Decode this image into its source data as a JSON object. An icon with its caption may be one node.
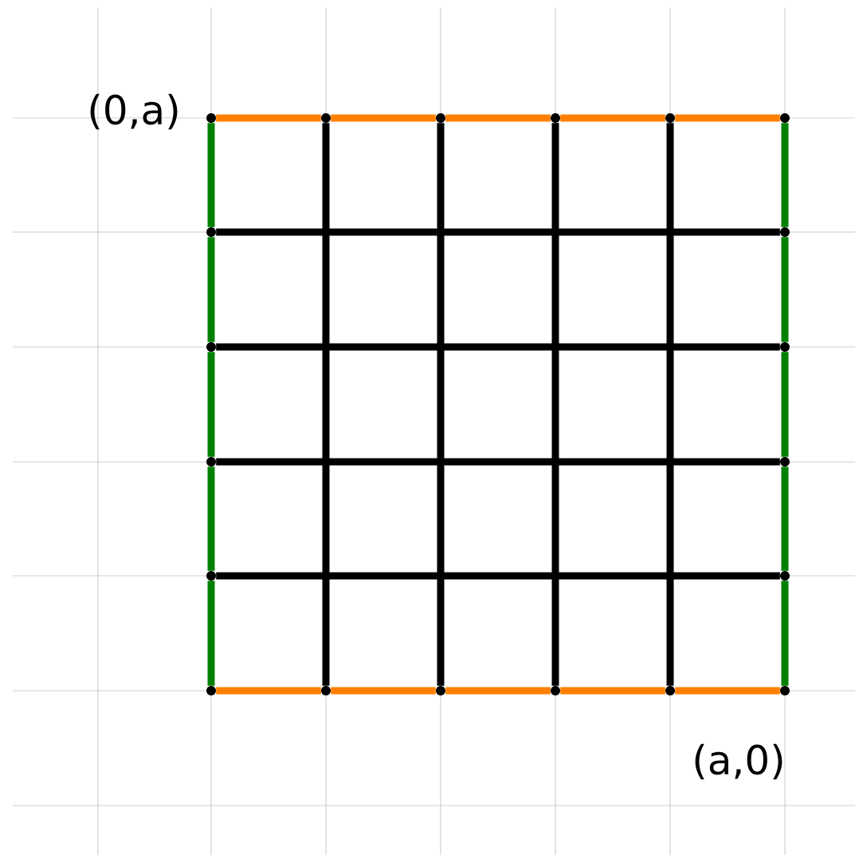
{
  "diagram": {
    "nodes": [
      {
        "text": [],
        "shape": "circle"
      },
      {
        "text": [],
        "shape": "circle"
      },
      {
        "text": [],
        "shape": "circle"
      },
      {
        "text": [],
        "shape": "circle"
      },
      {
        "text": [],
        "shape": "circle"
      },
      {
        "text": [],
        "shape": "circle"
      },
      {
        "text": [],
        "shape": "circle"
      },
      {
        "text": [],
        "shape": "circle"
      },
      {
        "text": [],
        "shape": "circle"
      },
      {
        "text": [],
        "shape": "circle"
      },
      {
        "text": [],
        "shape": "circle"
      },
      {
        "text": [],
        "shape": "circle"
      },
      {
        "text": [],
        "shape": "circle"
      },
      {
        "text": [],
        "shape": "circle"
      },
      {
        "text": [],
        "shape": "circle"
      },
      {
        "text": [],
        "shape": "circle"
      },
      {
        "text": [],
        "shape": "circle"
      },
      {
        "text": [],
        "shape": "circle"
      },
      {
        "text": [],
        "shape": "circle"
      },
      {
        "text": [],
        "shape": "circle"
      }
    ],
    "edges": [
      {
        "from": 0,
        "to": 1,
        "arrow": "none",
        "color": "#ff8000"
      },
      {
        "from": 1,
        "to": 2,
        "arrow": "none",
        "color": "#ff8000"
      },
      {
        "from": 2,
        "to": 3,
        "arrow": "none",
        "color": "#ff8000"
      },
      {
        "from": 3,
        "to": 4,
        "arrow": "none",
        "color": "#ff8000"
      },
      {
        "from": 4,
        "to": 5,
        "arrow": "none",
        "color": "#ff8000"
      },
      {
        "from": 0,
        "to": 6,
        "arrow": "none",
        "color": "#008000"
      },
      {
        "from": 6,
        "to": 8,
        "arrow": "none",
        "color": "#008000"
      },
      {
        "from": 8,
        "to": 10,
        "arrow": "none",
        "color": "#008000"
      },
      {
        "from": 10,
        "to": 12,
        "arrow": "none",
        "color": "#008000"
      },
      {
        "from": 12,
        "to": 14,
        "arrow": "none",
        "color": "#008000"
      },
      {
        "from": 5,
        "to": 7,
        "arrow": "none",
        "color": "#008000"
      },
      {
        "from": 7,
        "to": 9,
        "arrow": "none",
        "color": "#008000"
      },
      {
        "from": 9,
        "to": 11,
        "arrow": "none",
        "color": "#008000"
      },
      {
        "from": 11,
        "to": 13,
        "arrow": "none",
        "color": "#008000"
      },
      {
        "from": 13,
        "to": 19,
        "arrow": "none",
        "color": "#008000"
      },
      {
        "from": 14,
        "to": 15,
        "arrow": "none",
        "color": "#ff8000"
      },
      {
        "from": 15,
        "to": 16,
        "arrow": "none",
        "color": "#ff8000"
      },
      {
        "from": 16,
        "to": 17,
        "arrow": "none",
        "color": "#ff8000"
      },
      {
        "from": 17,
        "to": 18,
        "arrow": "none",
        "color": "#ff8000"
      },
      {
        "from": 18,
        "to": 19,
        "arrow": "none",
        "color": "#ff8000"
      },
      {
        "from": 1,
        "to": 15,
        "arrow": "none",
        "color": "#000000"
      },
      {
        "from": 2,
        "to": 16,
        "arrow": "none",
        "color": "#000000"
      },
      {
        "from": 3,
        "to": 17,
        "arrow": "none",
        "color": "#000000"
      },
      {
        "from": 4,
        "to": 18,
        "arrow": "none",
        "color": "#000000"
      },
      {
        "from": 6,
        "to": 7,
        "arrow": "none",
        "color": "#000000"
      },
      {
        "from": 8,
        "to": 9,
        "arrow": "none",
        "color": "#000000"
      },
      {
        "from": 10,
        "to": 11,
        "arrow": "none",
        "color": "#000000"
      },
      {
        "from": 12,
        "to": 13,
        "arrow": "none",
        "color": "#000000"
      }
    ],
    "labels": [
      "(0,a)",
      "(a,0)"
    ]
  }
}
